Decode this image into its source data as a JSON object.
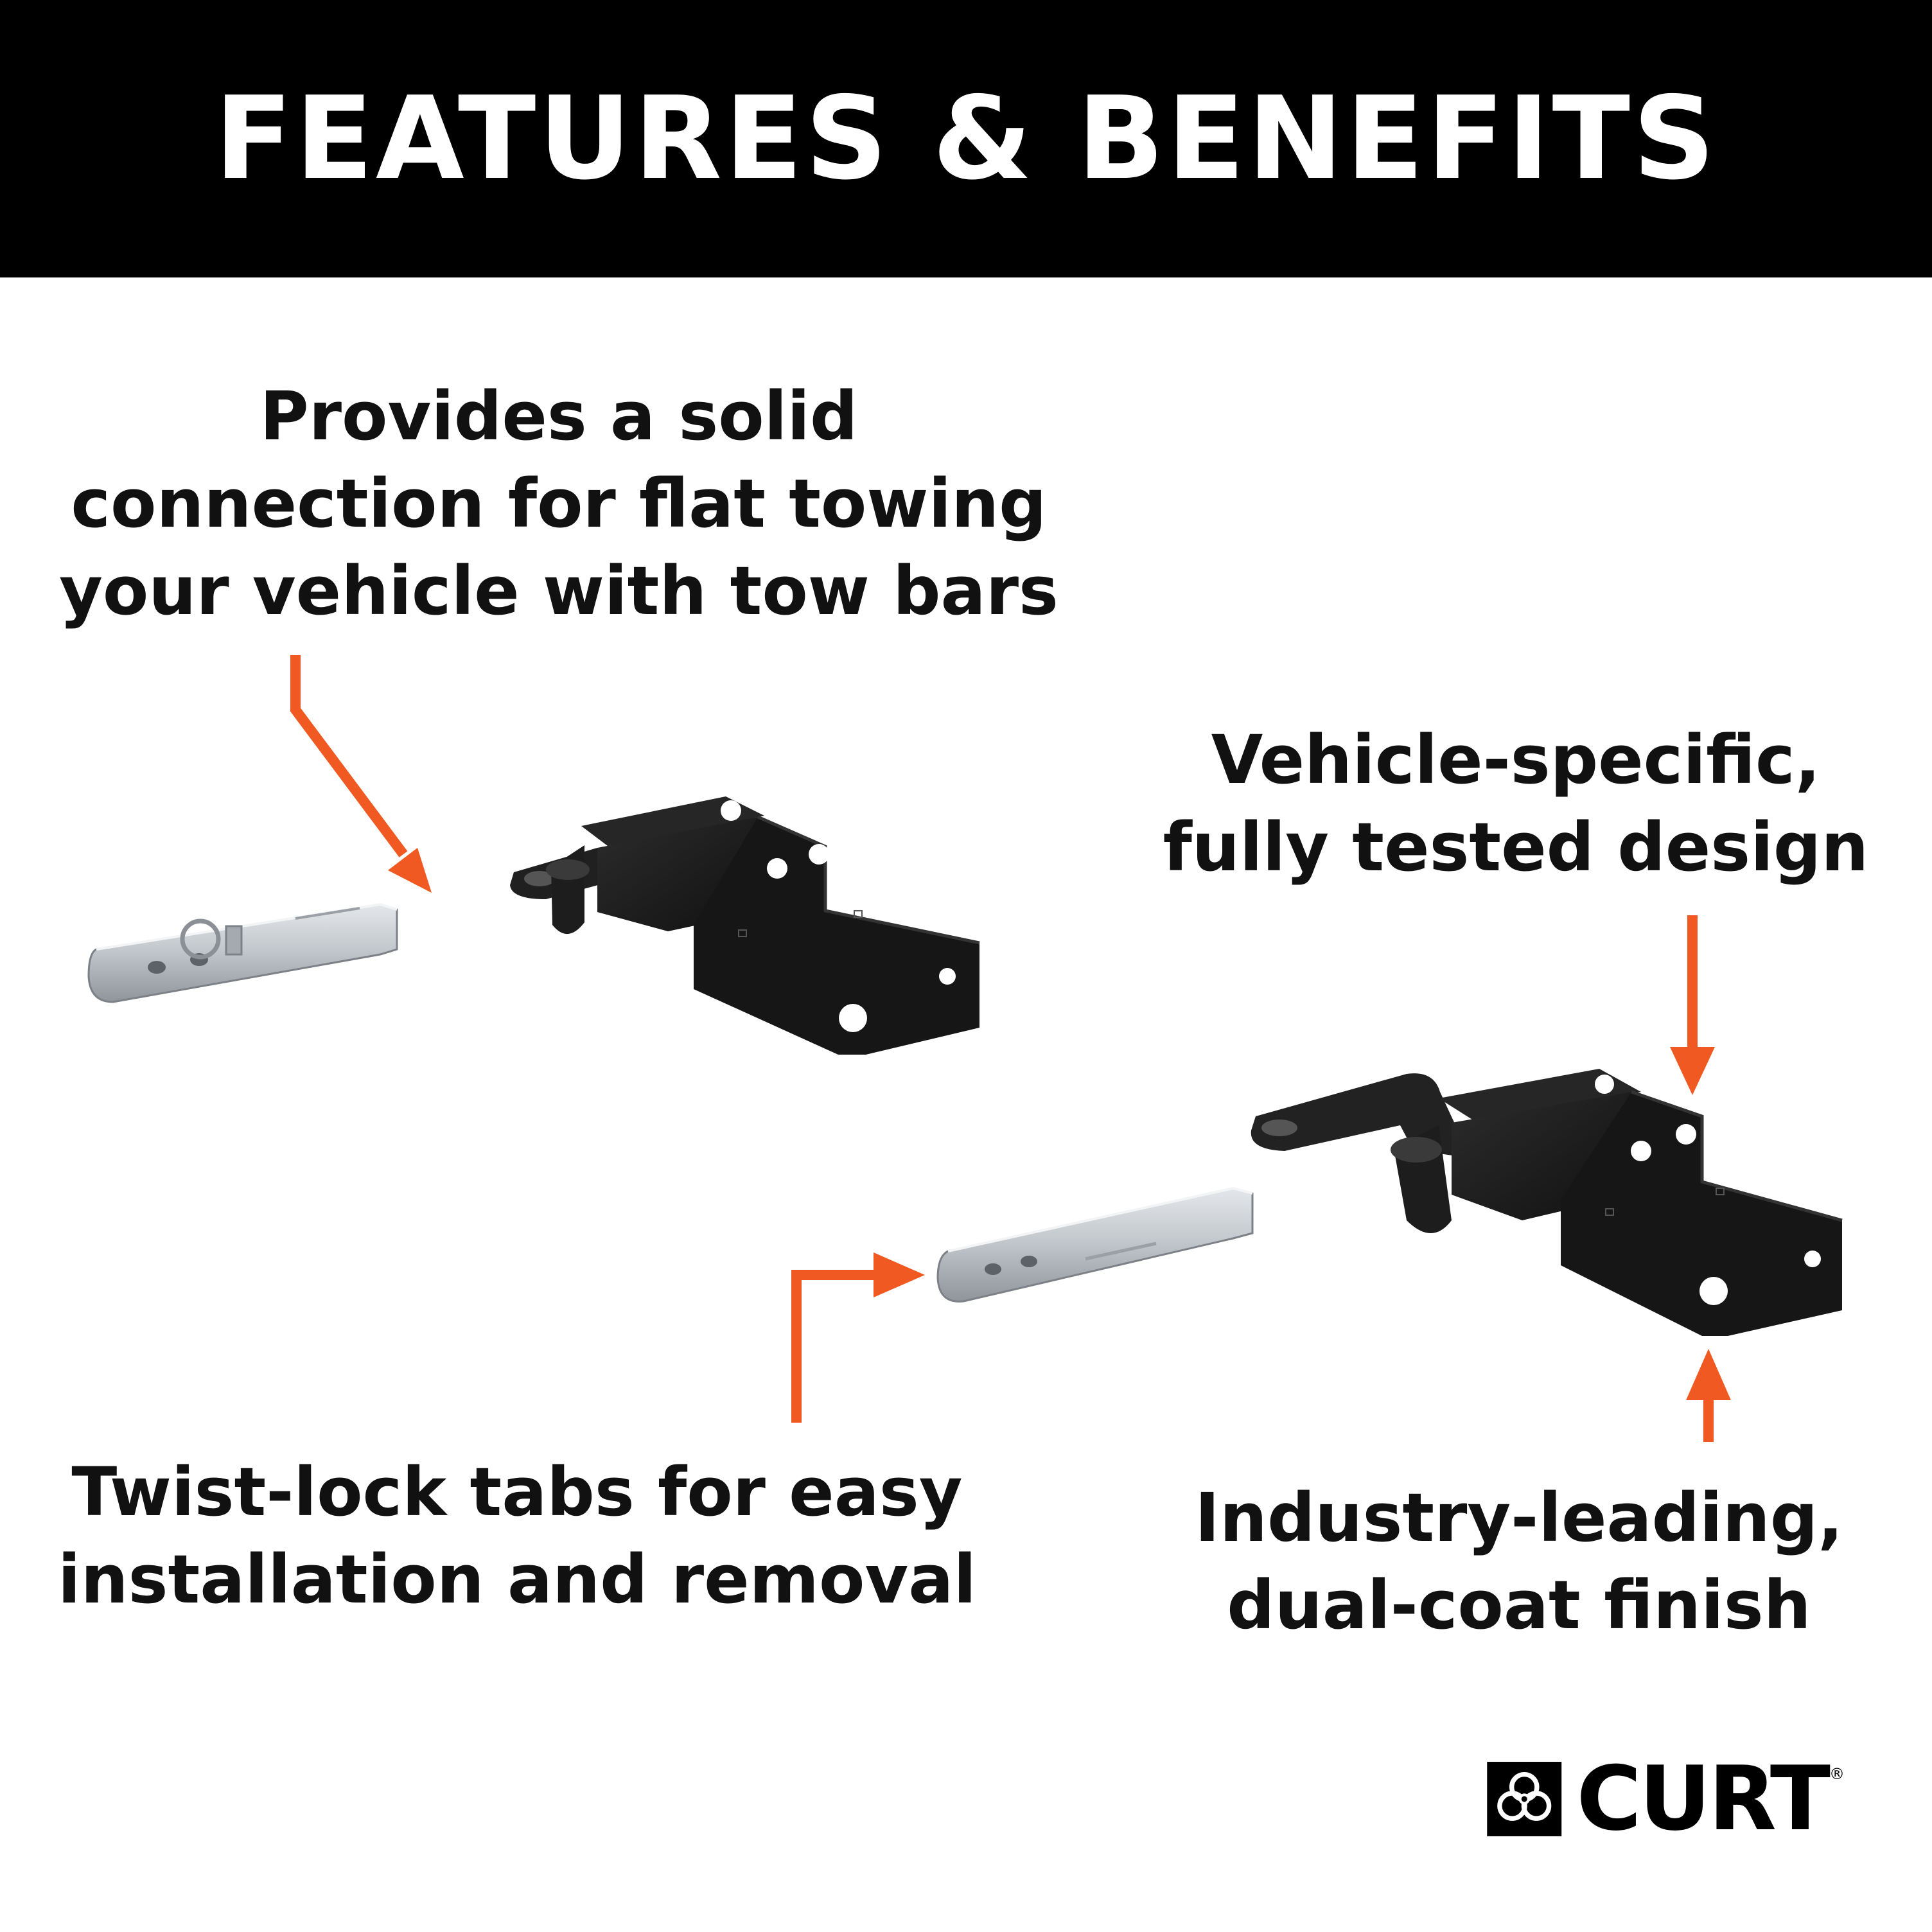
{
  "header": {
    "title": "FEATURES & BENEFITS"
  },
  "callouts": {
    "solid_connection": [
      "Provides a solid",
      "connection for flat towing",
      "your vehicle with tow bars"
    ],
    "vehicle_specific": [
      "Vehicle-specific,",
      "fully tested design"
    ],
    "twist_lock": [
      "Twist-lock tabs for easy",
      "installation and removal"
    ],
    "dual_coat": [
      "Industry-leading,",
      "dual-coat finish"
    ]
  },
  "brand": {
    "name": "CURT",
    "registered": "®",
    "logo_icon": "curt-knot-icon"
  },
  "colors": {
    "header_bg": "#000000",
    "header_text": "#ffffff",
    "arrow": "#f05a22",
    "bracket": "#1b1b1b",
    "pin": "#c9cdd1"
  }
}
